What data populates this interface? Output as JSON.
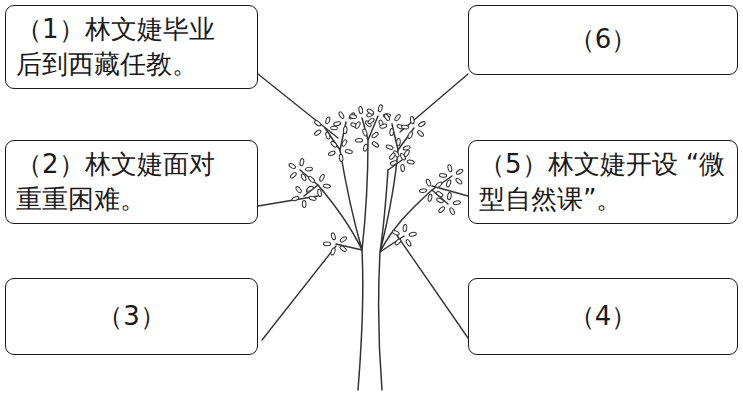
{
  "diagram": {
    "nodes": [
      {
        "text": [
          "（1）林文婕毕业 后到西藏任教。"
        ]
      },
      {
        "text": [
          "（6）"
        ]
      },
      {
        "text": [
          "（2）林文婕面对 重重困难。"
        ]
      },
      {
        "text": [
          "（5）林文婕开设 “微型自然课”。"
        ]
      },
      {
        "text": [
          "（3）"
        ]
      },
      {
        "text": [
          "（4）"
        ]
      }
    ]
  }
}
